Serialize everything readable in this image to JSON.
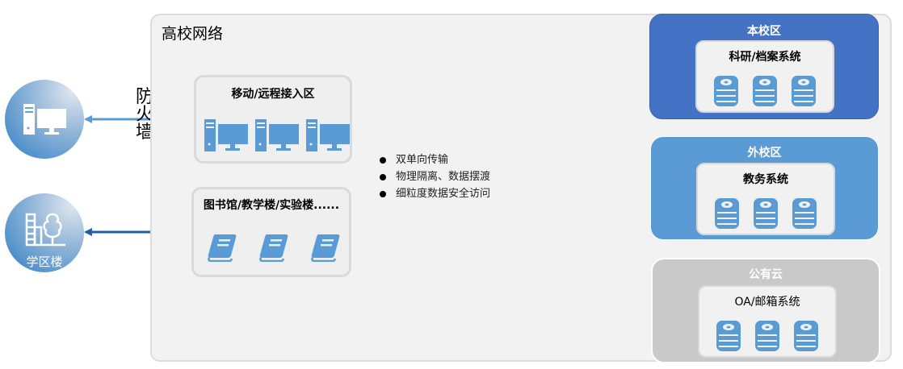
{
  "external": {
    "remote_user": {
      "icon": "computer-icon",
      "label": ""
    },
    "campus_building": {
      "icon": "building-tree-icon",
      "label": "学区楼"
    }
  },
  "firewall_label": [
    "防",
    "火",
    "墙"
  ],
  "campus_network": {
    "title": "高校网络",
    "zones": [
      {
        "title": "移动/远程接入区",
        "icon": "computer-icon",
        "count": 3
      },
      {
        "title": "图书馆/教学楼/实验楼......",
        "icon": "book-icon",
        "count": 3
      }
    ],
    "features": [
      "双单向传输",
      "物理隔离、数据摆渡",
      "细粒度数据安全访问"
    ],
    "regions": [
      {
        "title": "本校区",
        "system": "科研/档案系统",
        "color": "#4472c4",
        "db_count": 3
      },
      {
        "title": "外校区",
        "system": "教务系统",
        "color": "#5b9bd5",
        "db_count": 3
      },
      {
        "title": "公有云",
        "system": "OA/邮箱系统",
        "color": "#c9c9c9",
        "db_count": 3
      }
    ]
  },
  "colors": {
    "icon_blue": "#5b9bd5",
    "arrow_light": "#5b9bd5",
    "arrow_dark": "#1f5ea8",
    "connector": "#5b9bd5"
  }
}
